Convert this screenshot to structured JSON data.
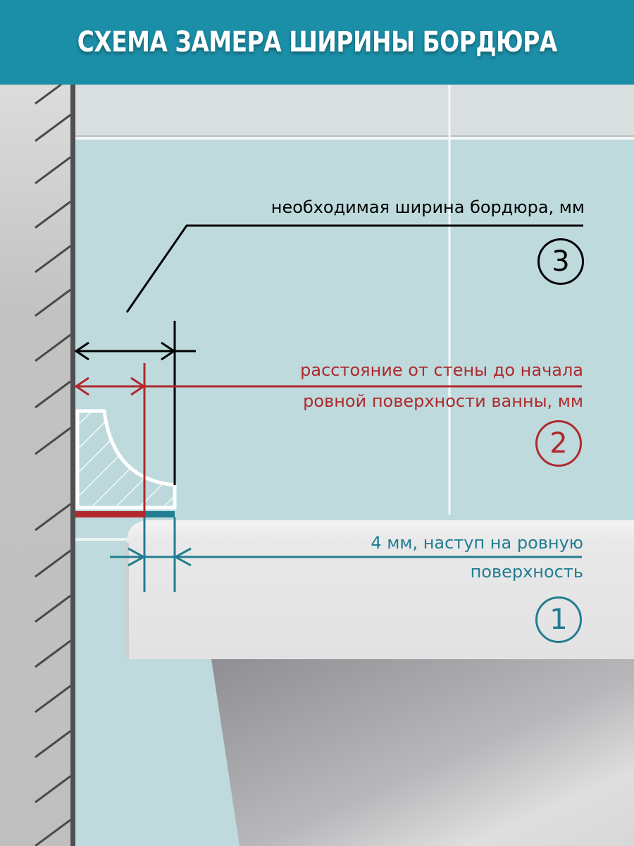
{
  "header": {
    "title": "СХЕМА ЗАМЕРА ШИРИНЫ БОРДЮРА"
  },
  "colors": {
    "header_bg": "#1b8fa8",
    "black_dim": "#000000",
    "red_dim": "#b0292d",
    "teal_dim": "#227d91",
    "wall": "#505050",
    "tile": "#bedadd"
  },
  "measurements": [
    {
      "number": "3",
      "label_line1": "необходимая ширина бордюра, мм",
      "label_line2": "",
      "color": "#000000"
    },
    {
      "number": "2",
      "label_line1": "расстояние от стены до начала",
      "label_line2": "ровной поверхности ванны, мм",
      "color": "#b0292d"
    },
    {
      "number": "1",
      "label_line1": "4 мм, наступ на ровную",
      "label_line2": "поверхность",
      "color": "#227d91"
    }
  ]
}
